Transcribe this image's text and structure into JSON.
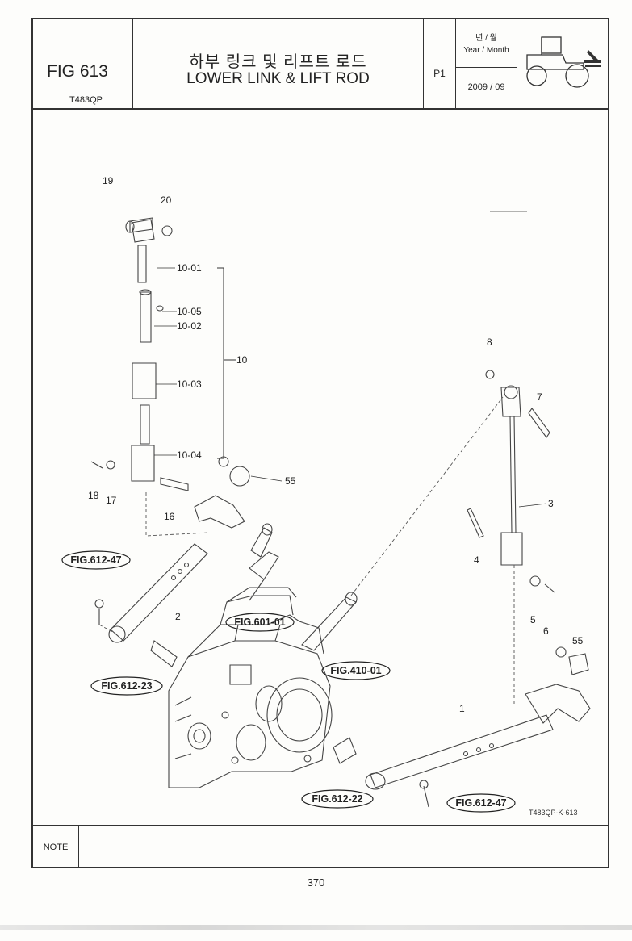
{
  "header": {
    "fig_number": "FIG 613",
    "model": "T483QP",
    "title_ko": "하부 링크 및 리프트 로드",
    "title_en": "LOWER LINK & LIFT ROD",
    "page": "P1",
    "date_label_ko": "년 / 월",
    "date_label_en": "Year / Month",
    "date_value": "2009  / 09",
    "icon": "tractor-lift-icon"
  },
  "drawing": {
    "part_labels": {
      "p19": "19",
      "p20": "20",
      "p10_01": "10-01",
      "p10_05": "10-05",
      "p10_02": "10-02",
      "p10": "10",
      "p10_03": "10-03",
      "p10_04": "10-04",
      "p18": "18",
      "p17": "17",
      "p16": "16",
      "p55a": "55",
      "p2": "2",
      "p8": "8",
      "p7": "7",
      "p3": "3",
      "p4": "4",
      "p5": "5",
      "p6": "6",
      "p55b": "55",
      "p1": "1"
    },
    "refs": {
      "r612_47a": "FIG.612-47",
      "r601_01": "FIG.601-01",
      "r410_01": "FIG.410-01",
      "r612_23": "FIG.612-23",
      "r612_22": "FIG.612-22",
      "r612_47b": "FIG.612-47"
    },
    "drawing_code": "T483QP-K-613"
  },
  "note": {
    "label": "NOTE"
  },
  "footer": {
    "page_number": "370"
  }
}
